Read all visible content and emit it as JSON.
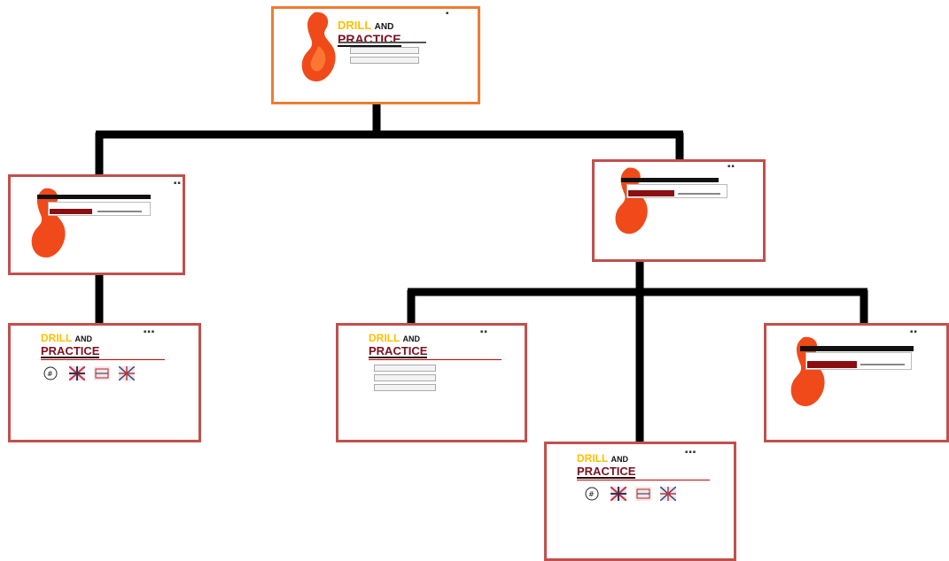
{
  "colors": {
    "connector": "#000000",
    "root_border": "#ed7d31",
    "node_border": "#c0504d",
    "drill_yellow": "#ffc000",
    "practice_maroon": "#7b1020",
    "flame_orange": "#f04a1a"
  },
  "root": {
    "drill_word": "DRILL",
    "and_word": "AND",
    "practice_word": "PRACTICE"
  },
  "nodes": {
    "level2_left": {
      "screen": "login"
    },
    "level2_right": {
      "screen": "login"
    },
    "level3_left": {
      "drill_word": "DRILL",
      "and_word": "AND",
      "practice_word": "PRACTICE"
    },
    "level3_mid": {
      "drill_word": "DRILL",
      "and_word": "AND",
      "practice_word": "PRACTICE"
    },
    "level3_right": {
      "screen": "form"
    },
    "level4_bottom": {
      "drill_word": "DRILL",
      "and_word": "AND",
      "practice_word": "PRACTICE"
    }
  }
}
